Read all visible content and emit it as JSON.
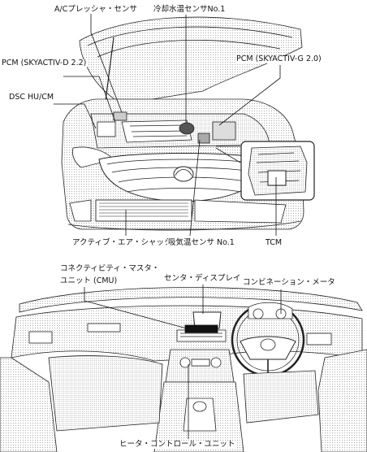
{
  "labels": {
    "ac_pressure_sensor": "A/Cプレッシャ・センサ",
    "coolant_temp_sensor": "冷却水温センサNo.1",
    "pcm_skyactiv_d": "PCM (SKYACTIV-D 2.2)",
    "pcm_skyactiv_g": "PCM (SKYACTIV-G 2.0)",
    "dsc_hu_cm": "DSC HU/CM",
    "active_air_shutter": "アクティブ・エア・シャッタ",
    "intake_air_temp_sensor": "吸気温センサ No.1",
    "tcm": "TCM",
    "cmu_line1": "コネクティビティ・マスタ・",
    "cmu_line2": "ユニット (CMU)",
    "center_display": "センタ・ディスプレイ",
    "combination_meter": "コンビネーション・メータ",
    "heater_control_unit": "ヒータ・コントロール・ユニット"
  }
}
